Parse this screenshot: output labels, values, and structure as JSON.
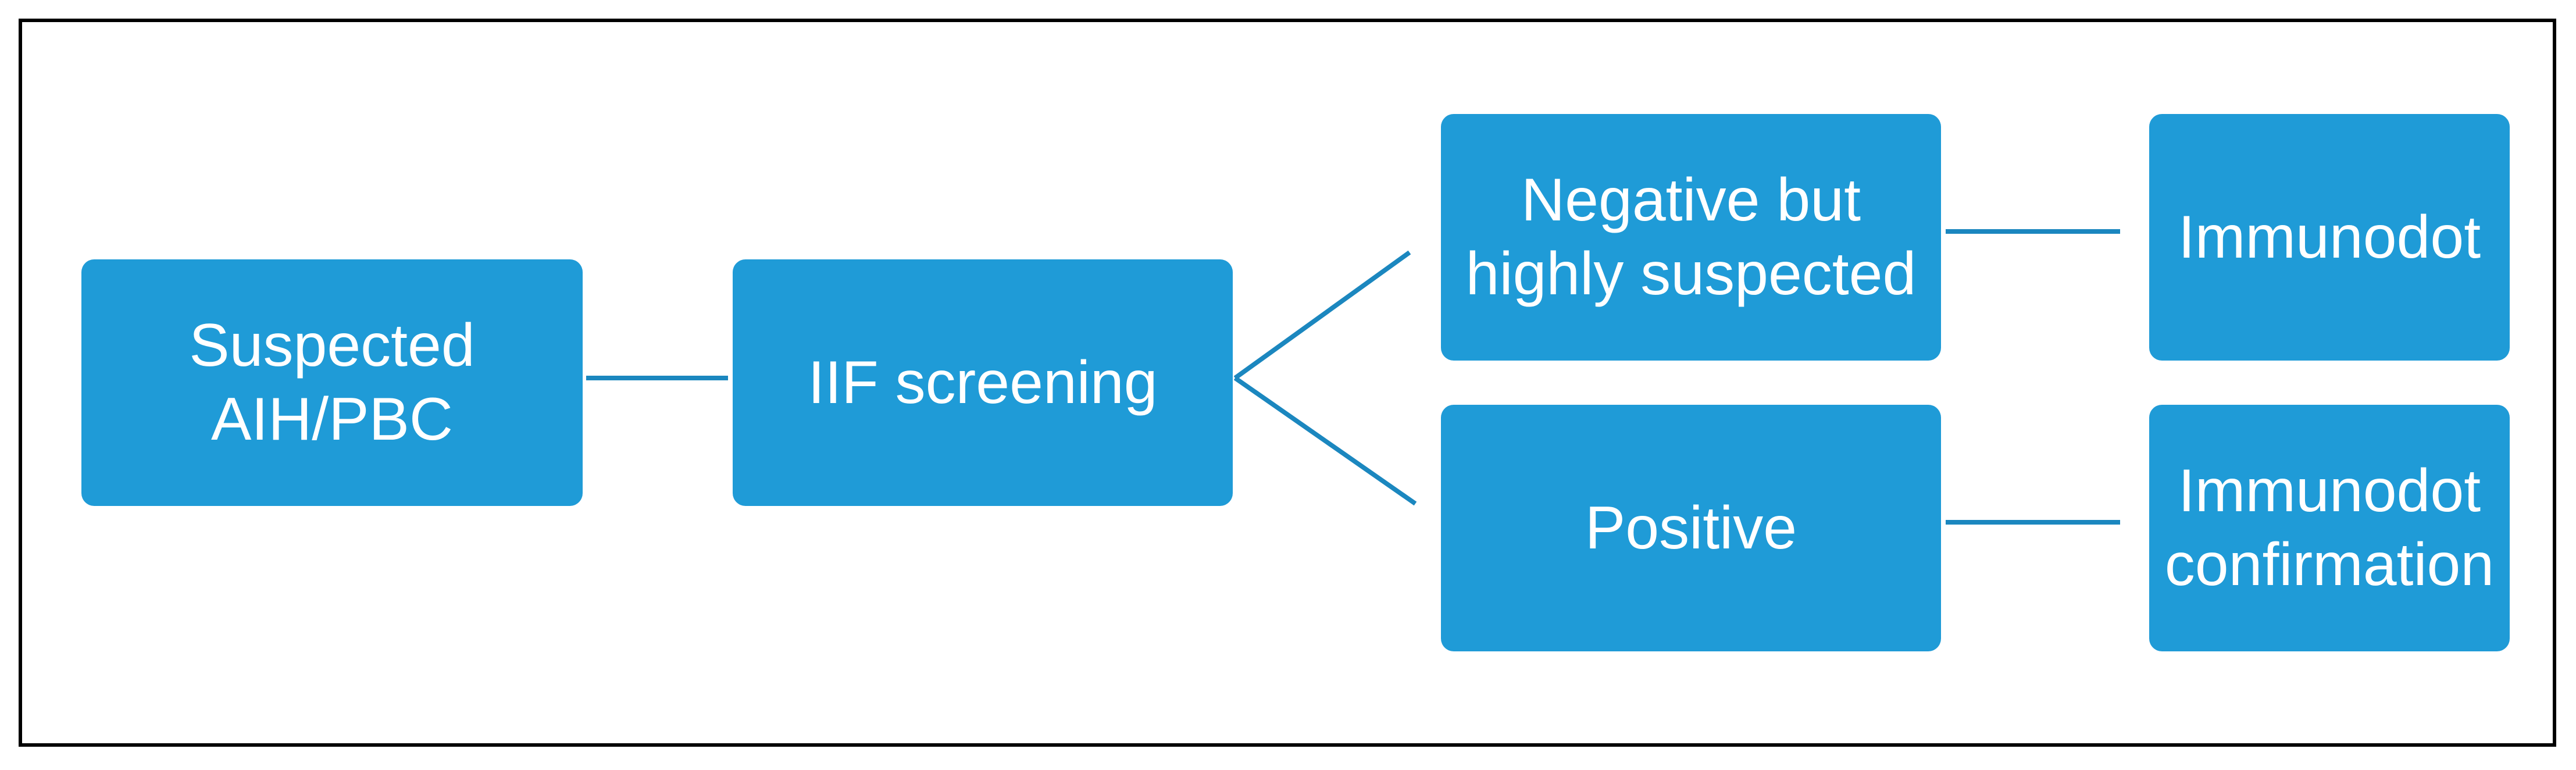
{
  "diagram": {
    "nodes": {
      "suspected": {
        "line1": "Suspected",
        "line2": "AIH/PBC"
      },
      "iif": {
        "line1": "IIF screening"
      },
      "negative": {
        "line1": "Negative but",
        "line2": "highly suspected"
      },
      "positive": {
        "line1": "Positive"
      },
      "immunodot": {
        "line1": "Immunodot"
      },
      "confirmation": {
        "line1": "Immunodot",
        "line2": "confirmation"
      }
    },
    "edges": [
      {
        "from": "suspected",
        "to": "iif"
      },
      {
        "from": "iif",
        "to": "negative"
      },
      {
        "from": "iif",
        "to": "positive"
      },
      {
        "from": "negative",
        "to": "immunodot"
      },
      {
        "from": "positive",
        "to": "confirmation"
      }
    ],
    "colors": {
      "node_fill": "#1f9bd7",
      "node_text": "#ffffff",
      "connector": "#1b87bf",
      "frame": "#000000"
    }
  }
}
